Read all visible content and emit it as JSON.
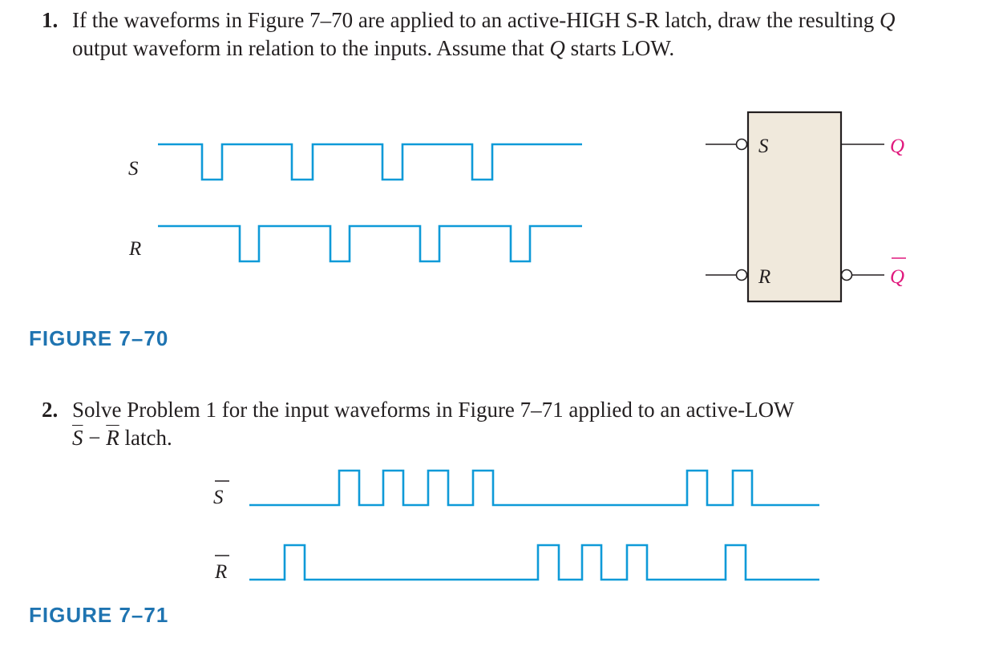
{
  "problem1": {
    "number": "1.",
    "text_before_q1": "If the waveforms in Figure 7–70 are applied to an active-HIGH S-R latch, draw the resulting ",
    "q1": "Q",
    "text_line2_before_q": "output waveform in relation to the inputs. Assume that ",
    "q2": "Q",
    "text_end": " starts LOW."
  },
  "figure_7_70": {
    "caption": "FIGURE 7–70",
    "waveforms": {
      "s_label": "S",
      "r_label": "R"
    },
    "latch": {
      "s_input": "S",
      "r_input": "R",
      "q_output": "Q",
      "q_not_output": "Q",
      "box_fill": "#f0e9dc",
      "output_label_color": "#e0197d"
    },
    "wave_color": "#0e9ad8"
  },
  "problem2": {
    "number": "2.",
    "line1": "Solve Problem 1 for the input waveforms in Figure 7–71 applied to an active-LOW",
    "s_bar": "S",
    "dash": " − ",
    "r_bar": "R",
    "line2_end": " latch."
  },
  "figure_7_71": {
    "caption": "FIGURE 7–71",
    "s_label": "S",
    "r_label": "R"
  },
  "caption_color": "#1f74b1"
}
